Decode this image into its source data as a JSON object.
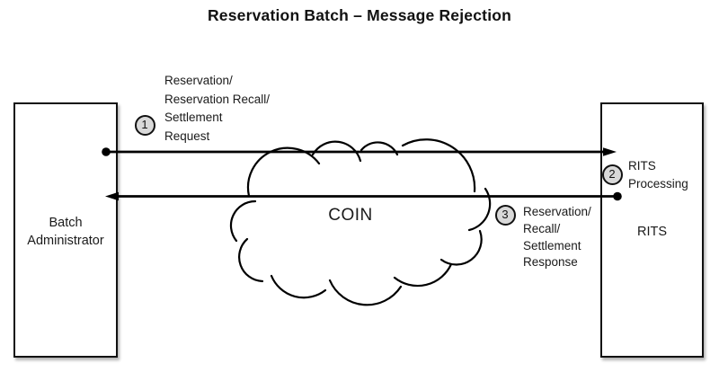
{
  "diagram": {
    "title": "Reservation Batch – Message Rejection"
  },
  "nodes": {
    "left": {
      "label": "Batch Administrator"
    },
    "right": {
      "label": "RITS"
    },
    "cloud": {
      "label": "COIN"
    }
  },
  "steps": [
    {
      "number": "1",
      "lines": [
        "Reservation/",
        "Reservation Recall/",
        "Settlement",
        "Request"
      ]
    },
    {
      "number": "2",
      "lines": [
        "RITS",
        "Processing"
      ]
    },
    {
      "number": "3",
      "lines": [
        "Reservation/",
        "Recall/",
        "Settlement",
        "Response"
      ]
    }
  ],
  "flows": [
    {
      "from": "Batch Administrator",
      "to": "RITS",
      "direction": "right"
    },
    {
      "from": "RITS",
      "to": "Batch Administrator",
      "direction": "left"
    }
  ],
  "colors": {
    "background": "#ffffff",
    "ink": "#111111",
    "line": "#000000",
    "step_fill": "#d9d9d9",
    "box_shadow": "rgba(0,0,0,0.30)"
  }
}
